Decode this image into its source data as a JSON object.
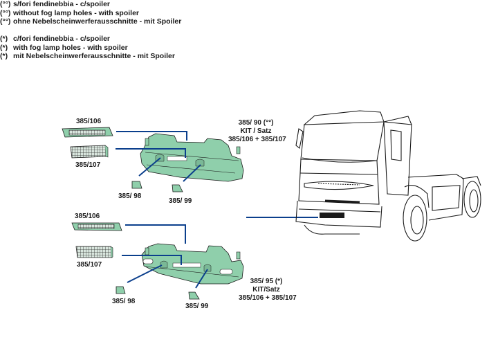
{
  "legend_no_fog": {
    "marker": "(°°)",
    "lines": [
      "s/fori fendinebbia - c/spoiler",
      "without fog lamp holes - with spoiler",
      "ohne Nebelscheinwerferausschnitte - mit Spoiler"
    ]
  },
  "legend_fog": {
    "marker": "(*)",
    "lines": [
      "c/fori fendinebbia - c/spoiler",
      "with fog lamp holes - with spoiler",
      "mit Nebelscheinwerferausschnitte - mit Spoiler"
    ]
  },
  "kit_top": {
    "upper_grille": "385/106",
    "lower_grille": "385/107",
    "left_cap": "385/ 98",
    "right_cap": "385/ 99",
    "kit_lines": [
      "385/ 90 (°°)",
      "KIT / Satz",
      "385/106 + 385/107"
    ]
  },
  "kit_bottom": {
    "upper_grille": "385/106",
    "lower_grille": "385/107",
    "left_cap": "385/ 98",
    "right_cap": "385/ 99",
    "kit_lines": [
      "385/ 95 (*)",
      "KIT/Satz",
      "385/106 + 385/107"
    ]
  },
  "colors": {
    "part_fill": "#8fcfab",
    "leader_line": "#0b3f8c",
    "outline": "#1a1a1a"
  }
}
